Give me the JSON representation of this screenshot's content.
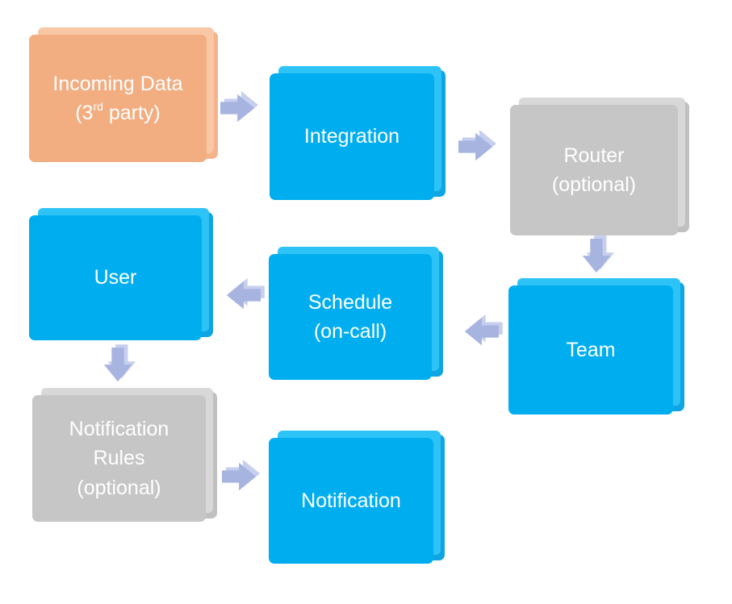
{
  "colors": {
    "source": "#f2ad80",
    "step": "#00aeef",
    "optional": "#c6c6c6",
    "arrow": "#a7b4e0"
  },
  "nodes": {
    "incoming_data": {
      "line1": "Incoming Data",
      "line2_pre": "(3",
      "line2_sup": "rd",
      "line2_post": " party)"
    },
    "integration": {
      "label": "Integration"
    },
    "router": {
      "line1": "Router",
      "line2": "(optional)"
    },
    "team": {
      "label": "Team"
    },
    "schedule": {
      "line1": "Schedule",
      "line2": "(on-call)"
    },
    "user": {
      "label": "User"
    },
    "notification_rules": {
      "line1": "Notification",
      "line2": "Rules",
      "line3": "(optional)"
    },
    "notification": {
      "label": "Notification"
    }
  },
  "arrows": [
    {
      "from": "Incoming Data",
      "to": "Integration",
      "direction": "right"
    },
    {
      "from": "Integration",
      "to": "Router",
      "direction": "right"
    },
    {
      "from": "Router",
      "to": "Team",
      "direction": "down"
    },
    {
      "from": "Team",
      "to": "Schedule",
      "direction": "left"
    },
    {
      "from": "Schedule",
      "to": "User",
      "direction": "left"
    },
    {
      "from": "User",
      "to": "Notification Rules",
      "direction": "down"
    },
    {
      "from": "Notification Rules",
      "to": "Notification",
      "direction": "right"
    }
  ]
}
